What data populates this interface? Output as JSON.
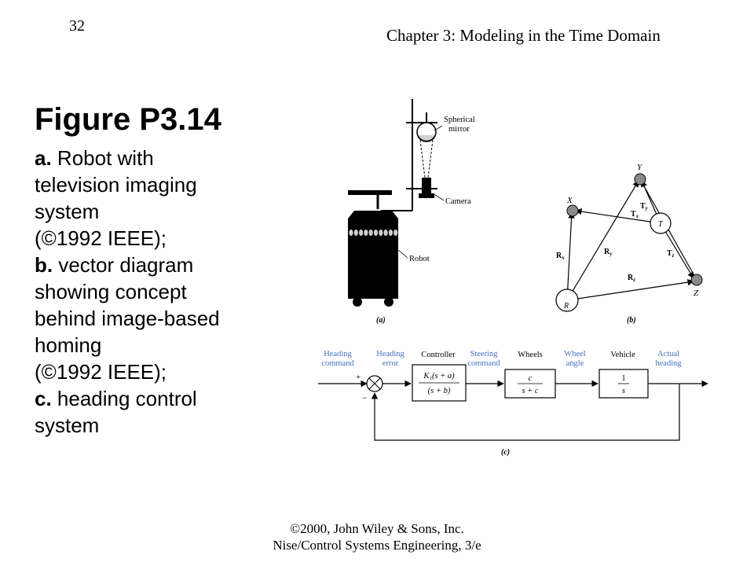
{
  "header": {
    "page_number": "32",
    "chapter_title": "Chapter 3: Modeling in the Time Domain"
  },
  "figure": {
    "title": "Figure P3.14",
    "caption_lines": [
      {
        "prefix": "a.",
        "text": " Robot with"
      },
      {
        "prefix": "",
        "text": "television imaging"
      },
      {
        "prefix": "",
        "text": "system"
      },
      {
        "prefix": "",
        "text": "(©1992 IEEE);"
      },
      {
        "prefix": "b.",
        "text": " vector diagram"
      },
      {
        "prefix": "",
        "text": "showing concept"
      },
      {
        "prefix": "",
        "text": "behind image-based"
      },
      {
        "prefix": "",
        "text": "homing"
      },
      {
        "prefix": "",
        "text": "(©1992 IEEE);"
      },
      {
        "prefix": "c.",
        "text": " heading control"
      },
      {
        "prefix": "",
        "text": "system"
      }
    ]
  },
  "diagram_a": {
    "spherical_mirror_line1": "Spherical",
    "spherical_mirror_line2": "mirror",
    "camera": "Camera",
    "robot": "Robot",
    "sublabel": "(a)"
  },
  "diagram_b": {
    "point_y": "Y",
    "point_x": "X",
    "point_t": "T",
    "point_r": "R",
    "point_z": "Z",
    "vec_ty": "T",
    "vec_ty_sub": "y",
    "vec_tx": "T",
    "vec_tx_sub": "x",
    "vec_ry": "R",
    "vec_ry_sub": "y",
    "vec_rx": "R",
    "vec_rx_sub": "x",
    "vec_tz": "T",
    "vec_tz_sub": "z",
    "vec_rz": "R",
    "vec_rz_sub": "z",
    "sublabel": "(b)"
  },
  "diagram_c": {
    "heading_command_1": "Heading",
    "heading_command_2": "command",
    "heading_error_1": "Heading",
    "heading_error_2": "error",
    "controller": "Controller",
    "steering_command_1": "Steering",
    "steering_command_2": "command",
    "wheels": "Wheels",
    "wheel_angle_1": "Wheel",
    "wheel_angle_2": "angle",
    "vehicle": "Vehicle",
    "actual_heading_1": "Actual",
    "actual_heading_2": "heading",
    "controller_num": "K₁(s + a)",
    "controller_den": "(s + b)",
    "wheels_num": "c",
    "wheels_den": "s + c",
    "vehicle_num": "1",
    "vehicle_den": "s",
    "plus_sign": "+",
    "minus_sign": "−",
    "sublabel": "(c)",
    "label_color": "#4472c4"
  },
  "footer": {
    "line1": "©2000, John Wiley & Sons, Inc.",
    "line2": "Nise/Control Systems Engineering, 3/e"
  }
}
